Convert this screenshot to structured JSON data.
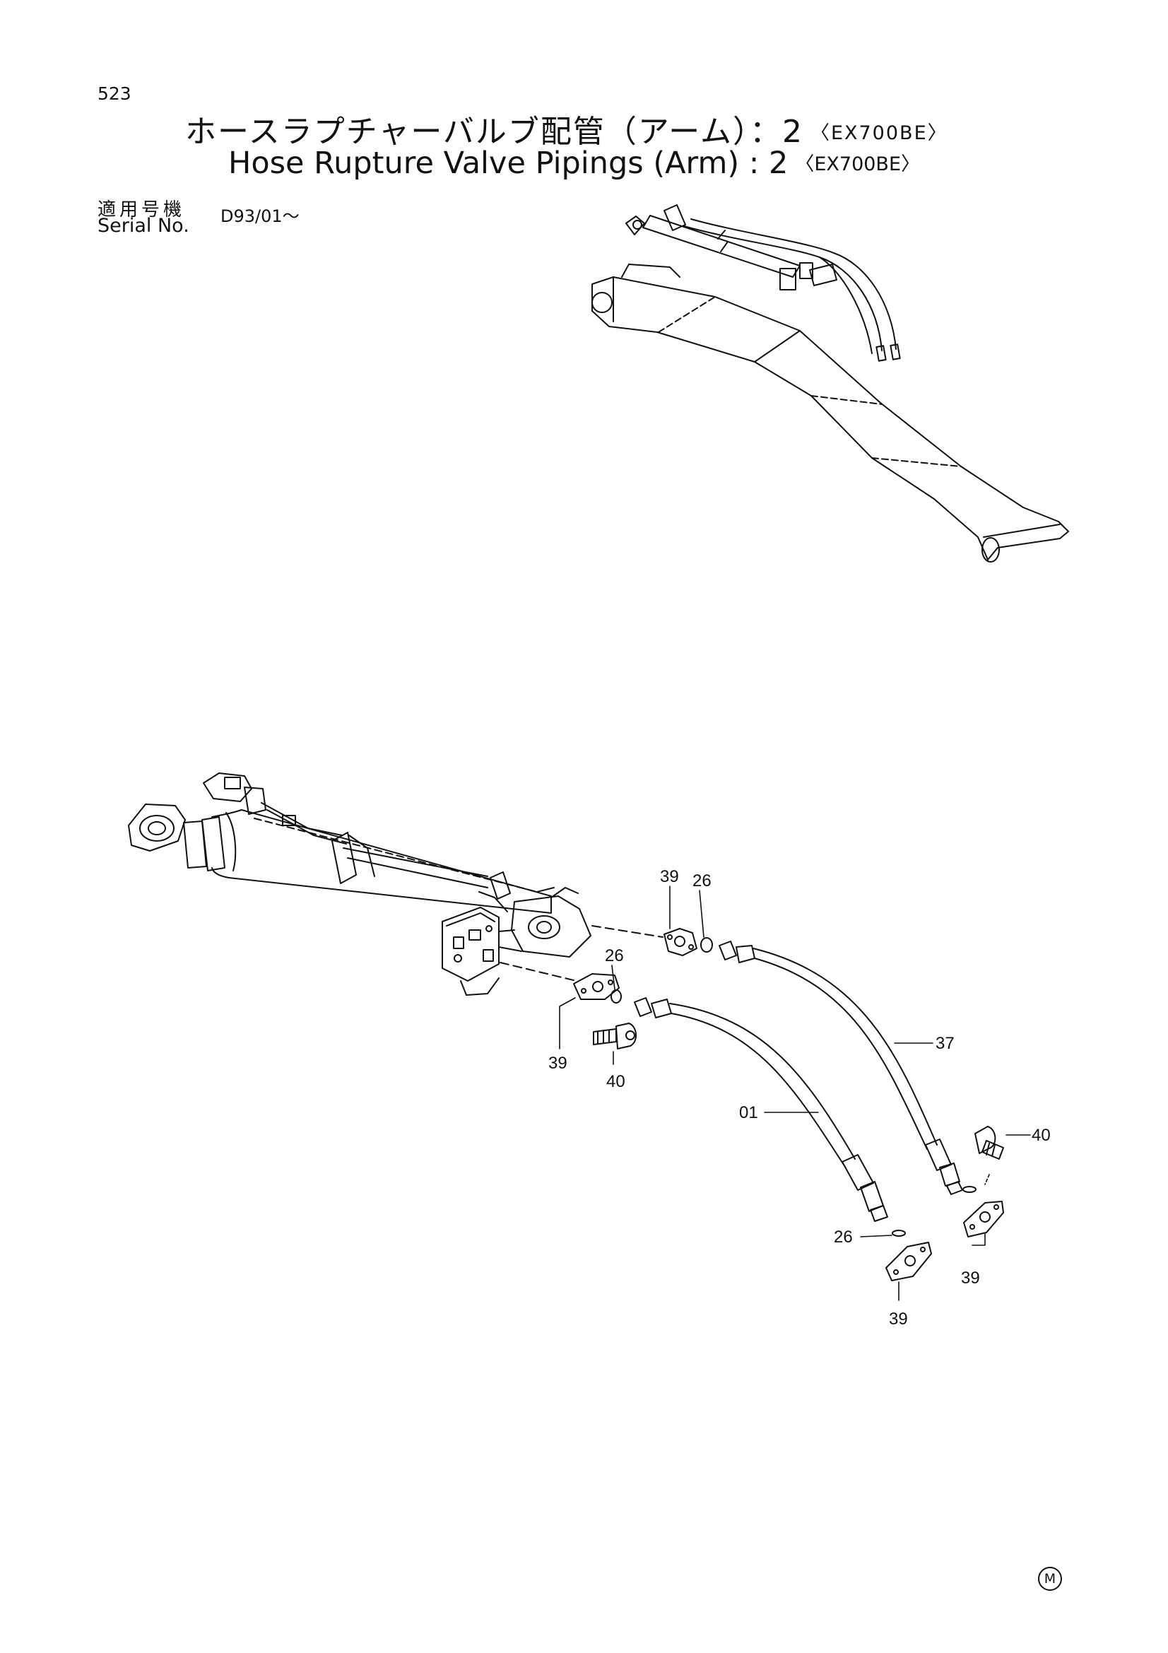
{
  "header": {
    "page_number": "523",
    "title_ja": "ホースラプチャーバルブ配管（アーム）：2",
    "title_en": "Hose Rupture Valve Pipings (Arm) : 2",
    "model_tag": "〈EX700BE〉"
  },
  "serial": {
    "label_ja": "適用号機",
    "label_en": "Serial No.",
    "value": "D93/01～"
  },
  "callouts": {
    "c39_top": "39",
    "c26_top": "26",
    "c26_mid": "26",
    "c39_left": "39",
    "c40_left": "40",
    "c37": "37",
    "c01": "01",
    "c40_right": "40",
    "c26_bottom": "26",
    "c39_bottom_right": "39",
    "c39_bottom": "39"
  },
  "footer": {
    "mark": "M"
  }
}
